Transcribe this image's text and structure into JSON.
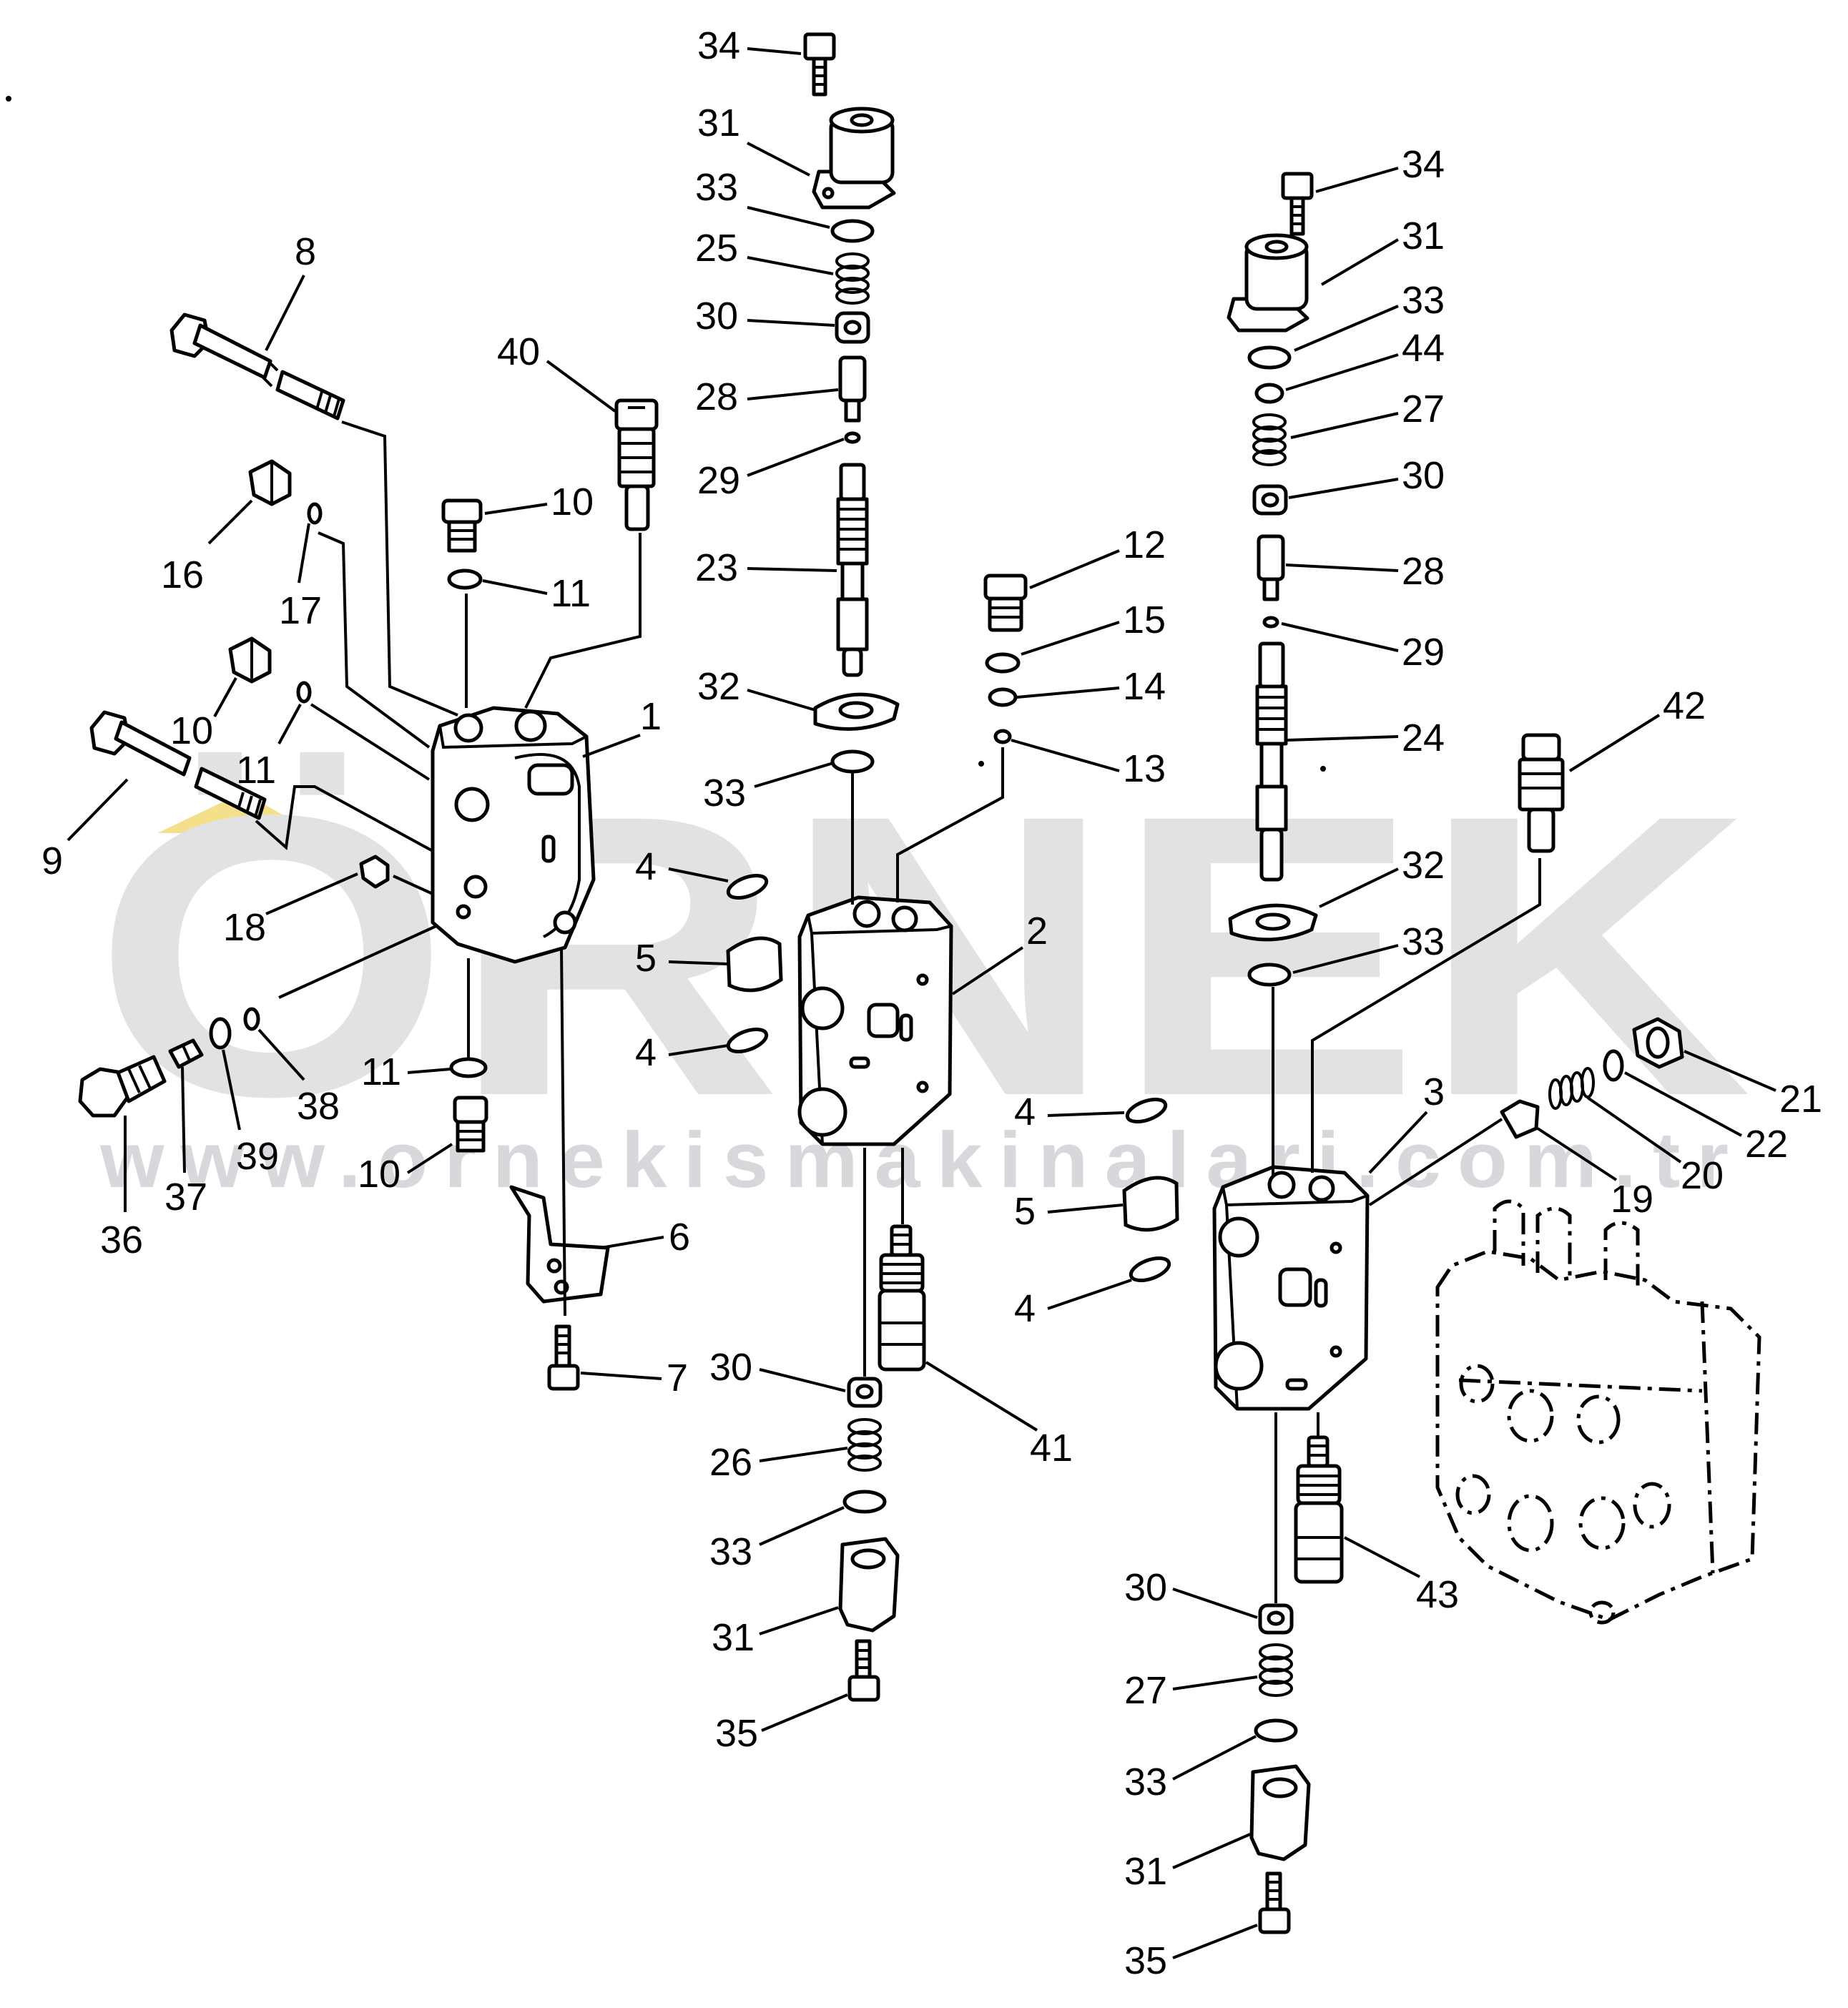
{
  "watermark": {
    "brand": "ÖRNEK",
    "url": "www.ornekismakinalari.com.tr",
    "brand_color": "#e2e2e5",
    "url_color": "#d7d7dc",
    "accent_color": "#f4e08a"
  },
  "callouts": [
    "34",
    "31",
    "33",
    "25",
    "30",
    "28",
    "29",
    "23",
    "32",
    "33",
    "34",
    "31",
    "33",
    "44",
    "27",
    "30",
    "28",
    "29",
    "24",
    "42",
    "32",
    "33",
    "8",
    "40",
    "10",
    "11",
    "16",
    "17",
    "10",
    "11",
    "1",
    "9",
    "18",
    "4",
    "5",
    "4",
    "2",
    "12",
    "15",
    "14",
    "13",
    "11",
    "10",
    "36",
    "37",
    "39",
    "38",
    "6",
    "7",
    "4",
    "5",
    "4",
    "3",
    "21",
    "22",
    "20",
    "19",
    "30",
    "26",
    "33",
    "31",
    "35",
    "41",
    "43",
    "30",
    "27",
    "33",
    "31",
    "35"
  ]
}
